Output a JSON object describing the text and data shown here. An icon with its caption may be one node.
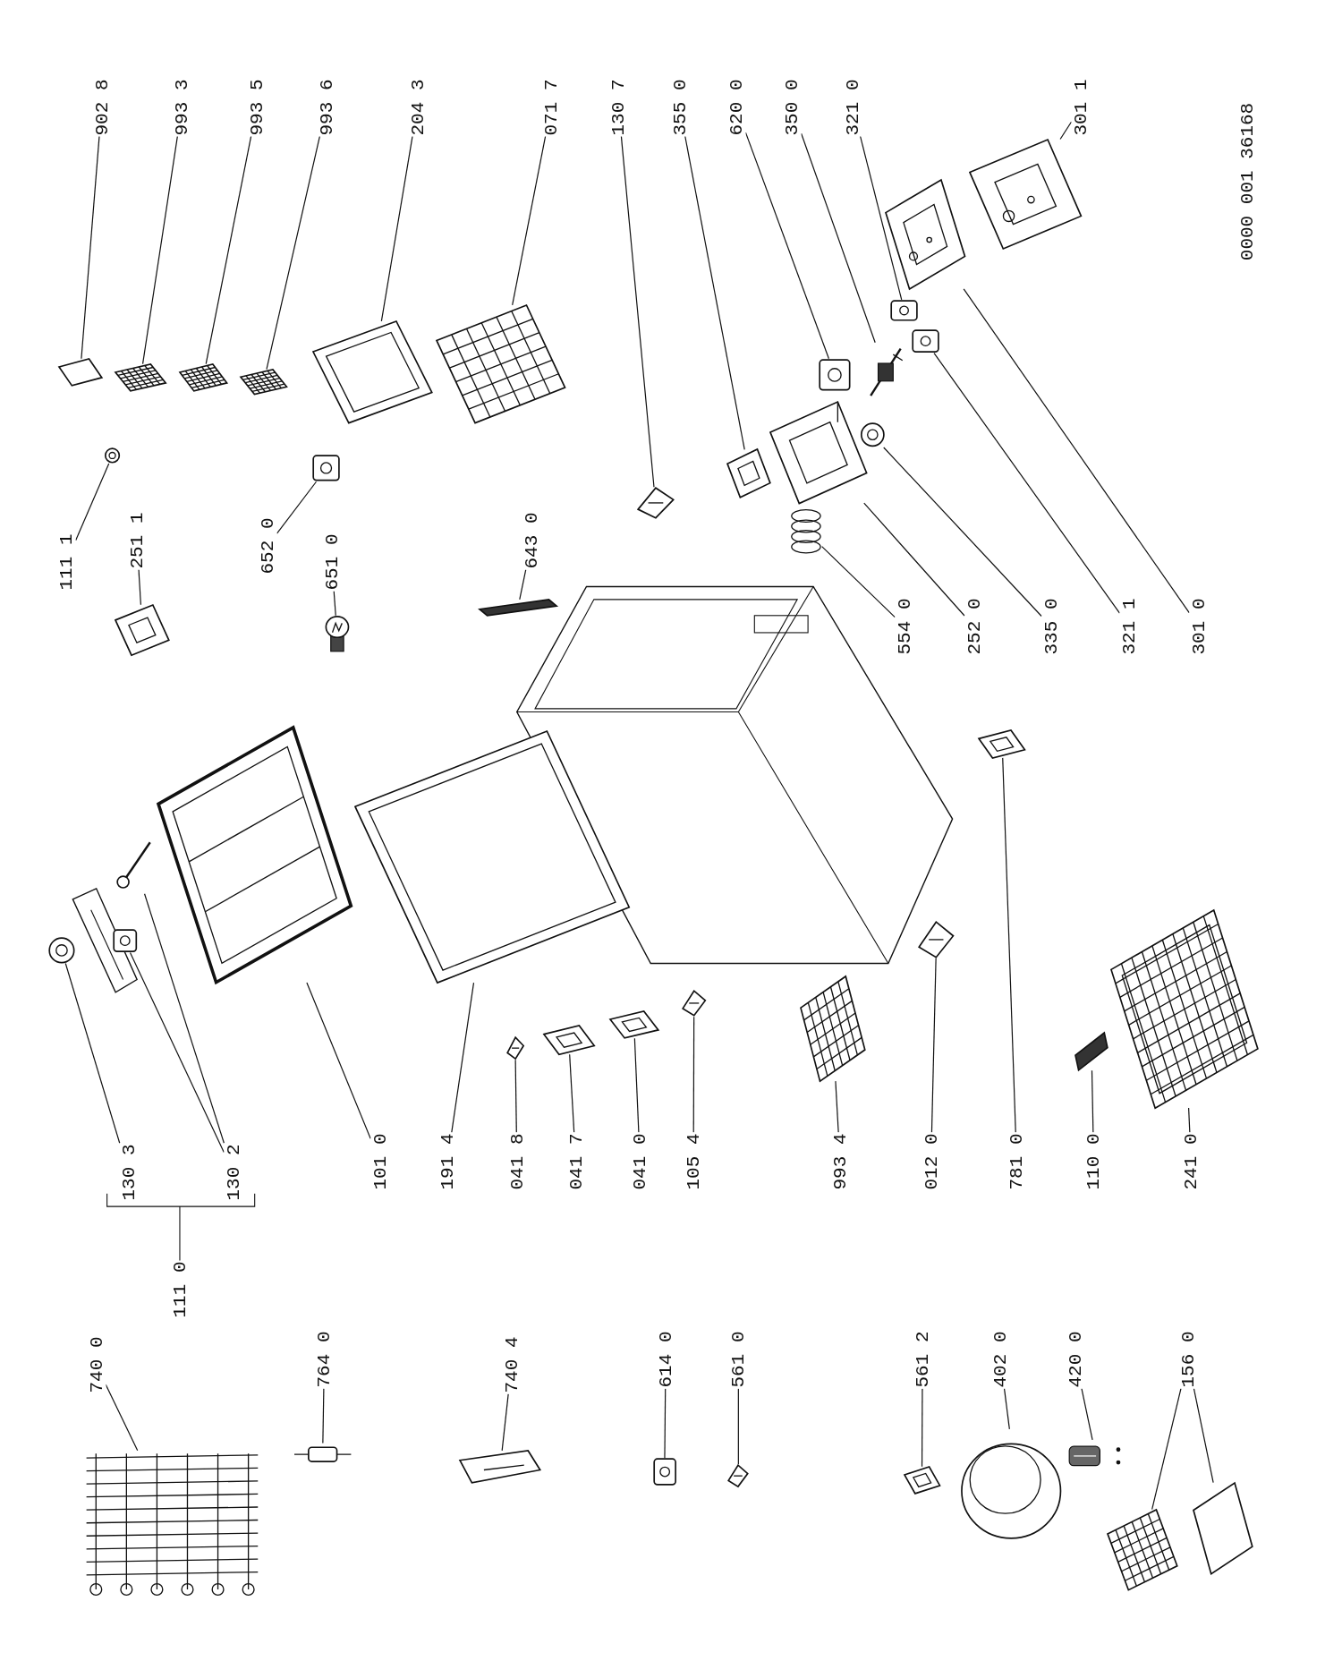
{
  "diagram": {
    "nodes": [
      {
        "text": [
          "902 8"
        ]
      },
      {
        "text": [],
        "shape": "picture"
      },
      {
        "text": [
          "993 3"
        ]
      },
      {
        "text": [],
        "shape": "picture"
      },
      {
        "text": [
          "993 5"
        ]
      },
      {
        "text": [],
        "shape": "picture"
      },
      {
        "text": [
          "993 6"
        ]
      },
      {
        "text": [],
        "shape": "picture"
      },
      {
        "text": [
          "204 3"
        ]
      },
      {
        "text": [],
        "shape": "picture"
      },
      {
        "text": [
          "071 7"
        ]
      },
      {
        "text": [],
        "shape": "picture"
      },
      {
        "text": [
          "130 7"
        ]
      },
      {
        "text": [],
        "shape": "picture"
      },
      {
        "text": [
          "355 0"
        ]
      },
      {
        "text": [],
        "shape": "picture"
      },
      {
        "text": [
          "620 0"
        ]
      },
      {
        "text": [],
        "shape": "picture"
      },
      {
        "text": [
          "350 0"
        ]
      },
      {
        "text": [],
        "shape": "picture"
      },
      {
        "text": [
          "321 0"
        ]
      },
      {
        "text": [],
        "shape": "picture"
      },
      {
        "text": [
          "301 1"
        ]
      },
      {
        "text": [],
        "shape": "picture"
      },
      {
        "text": [
          "111 1"
        ]
      },
      {
        "text": [],
        "shape": "picture"
      },
      {
        "text": [
          "251 1"
        ]
      },
      {
        "text": [],
        "shape": "picture"
      },
      {
        "text": [
          "652 0"
        ]
      },
      {
        "text": [],
        "shape": "picture"
      },
      {
        "text": [
          "651 0"
        ]
      },
      {
        "text": [],
        "shape": "picture"
      },
      {
        "text": [
          "643 0"
        ]
      },
      {
        "text": [],
        "shape": "picture"
      },
      {
        "text": [
          "554 0"
        ]
      },
      {
        "text": [],
        "shape": "picture"
      },
      {
        "text": [
          "252 0"
        ]
      },
      {
        "text": [],
        "shape": "picture"
      },
      {
        "text": [
          "335 0"
        ]
      },
      {
        "text": [],
        "shape": "picture"
      },
      {
        "text": [
          "321 1"
        ]
      },
      {
        "text": [],
        "shape": "picture"
      },
      {
        "text": [
          "301 0"
        ]
      },
      {
        "text": [],
        "shape": "picture"
      },
      {
        "text": [
          "130 3"
        ]
      },
      {
        "text": [],
        "shape": "picture"
      },
      {
        "text": [
          "130 2"
        ]
      },
      {
        "text": [],
        "shape": "picture"
      },
      {
        "text": [],
        "shape": "picture"
      },
      {
        "text": [
          "101 0"
        ]
      },
      {
        "text": [],
        "shape": "picture"
      },
      {
        "text": [
          "191 4"
        ]
      },
      {
        "text": [],
        "shape": "picture"
      },
      {
        "text": [
          "041 8"
        ]
      },
      {
        "text": [],
        "shape": "picture"
      },
      {
        "text": [
          "041 7"
        ]
      },
      {
        "text": [],
        "shape": "picture"
      },
      {
        "text": [
          "041 0"
        ]
      },
      {
        "text": [],
        "shape": "picture"
      },
      {
        "text": [
          "105 4"
        ]
      },
      {
        "text": [],
        "shape": "picture"
      },
      {
        "text": [
          "993 4"
        ]
      },
      {
        "text": [],
        "shape": "picture"
      },
      {
        "text": [
          "012 0"
        ]
      },
      {
        "text": [],
        "shape": "picture"
      },
      {
        "text": [
          "781 0"
        ]
      },
      {
        "text": [],
        "shape": "picture"
      },
      {
        "text": [
          "110 0"
        ]
      },
      {
        "text": [],
        "shape": "picture"
      },
      {
        "text": [
          "241 0"
        ]
      },
      {
        "text": [],
        "shape": "picture"
      },
      {
        "text": [
          "740 0"
        ]
      },
      {
        "text": [],
        "shape": "picture"
      },
      {
        "text": [
          "764 0"
        ]
      },
      {
        "text": [],
        "shape": "picture"
      },
      {
        "text": [
          "740 4"
        ]
      },
      {
        "text": [],
        "shape": "picture"
      },
      {
        "text": [
          "614 0"
        ]
      },
      {
        "text": [],
        "shape": "picture"
      },
      {
        "text": [
          "561 0"
        ]
      },
      {
        "text": [],
        "shape": "picture"
      },
      {
        "text": [
          "561 2"
        ]
      },
      {
        "text": [],
        "shape": "picture"
      },
      {
        "text": [
          "402 0"
        ]
      },
      {
        "text": [],
        "shape": "picture"
      },
      {
        "text": [
          "420 0"
        ]
      },
      {
        "text": [],
        "shape": "picture"
      },
      {
        "text": [
          "156 0"
        ]
      },
      {
        "text": [],
        "shape": "picture"
      },
      {
        "text": [],
        "shape": "picture"
      },
      {
        "text": [
          "111 0"
        ]
      }
    ],
    "edges": [
      {
        "from": 0,
        "to": 1,
        "arrow": "none"
      },
      {
        "from": 2,
        "to": 3,
        "arrow": "none"
      },
      {
        "from": 4,
        "to": 5,
        "arrow": "none"
      },
      {
        "from": 6,
        "to": 7,
        "arrow": "none"
      },
      {
        "from": 8,
        "to": 9,
        "arrow": "none"
      },
      {
        "from": 10,
        "to": 11,
        "arrow": "none"
      },
      {
        "from": 12,
        "to": 13,
        "arrow": "none"
      },
      {
        "from": 14,
        "to": 15,
        "arrow": "none"
      },
      {
        "from": 16,
        "to": 17,
        "arrow": "none"
      },
      {
        "from": 18,
        "to": 19,
        "arrow": "none"
      },
      {
        "from": 20,
        "to": 21,
        "arrow": "none"
      },
      {
        "from": 22,
        "to": 23,
        "arrow": "none"
      },
      {
        "from": 24,
        "to": 25,
        "arrow": "none"
      },
      {
        "from": 26,
        "to": 27,
        "arrow": "none"
      },
      {
        "from": 28,
        "to": 29,
        "arrow": "none"
      },
      {
        "from": 30,
        "to": 31,
        "arrow": "none"
      },
      {
        "from": 32,
        "to": 33,
        "arrow": "none"
      },
      {
        "from": 34,
        "to": 35,
        "arrow": "none"
      },
      {
        "from": 36,
        "to": 37,
        "arrow": "none"
      },
      {
        "from": 38,
        "to": 39,
        "arrow": "none"
      },
      {
        "from": 40,
        "to": 41,
        "arrow": "none"
      },
      {
        "from": 42,
        "to": 43,
        "arrow": "none"
      },
      {
        "from": 44,
        "to": 45,
        "arrow": "none"
      },
      {
        "from": 46,
        "to": 47,
        "arrow": "none"
      },
      {
        "from": 46,
        "to": 48,
        "arrow": "none"
      },
      {
        "from": 49,
        "to": 50,
        "arrow": "none"
      },
      {
        "from": 51,
        "to": 52,
        "arrow": "none"
      },
      {
        "from": 53,
        "to": 54,
        "arrow": "none"
      },
      {
        "from": 55,
        "to": 56,
        "arrow": "none"
      },
      {
        "from": 57,
        "to": 58,
        "arrow": "none"
      },
      {
        "from": 59,
        "to": 60,
        "arrow": "none"
      },
      {
        "from": 61,
        "to": 62,
        "arrow": "none"
      },
      {
        "from": 63,
        "to": 64,
        "arrow": "none"
      },
      {
        "from": 65,
        "to": 66,
        "arrow": "none"
      },
      {
        "from": 67,
        "to": 68,
        "arrow": "none"
      },
      {
        "from": 69,
        "to": 70,
        "arrow": "none"
      },
      {
        "from": 71,
        "to": 72,
        "arrow": "none"
      },
      {
        "from": 73,
        "to": 74,
        "arrow": "none"
      },
      {
        "from": 75,
        "to": 76,
        "arrow": "none"
      },
      {
        "from": 77,
        "to": 78,
        "arrow": "none"
      },
      {
        "from": 79,
        "to": 80,
        "arrow": "none"
      },
      {
        "from": 81,
        "to": 82,
        "arrow": "none"
      },
      {
        "from": 83,
        "to": 84,
        "arrow": "none"
      },
      {
        "from": 85,
        "to": 86,
        "arrow": "none"
      },
      {
        "from": 87,
        "to": 88,
        "arrow": "none"
      },
      {
        "from": 87,
        "to": 89,
        "arrow": "none"
      }
    ],
    "labels": [
      "0000 001 36168"
    ]
  }
}
